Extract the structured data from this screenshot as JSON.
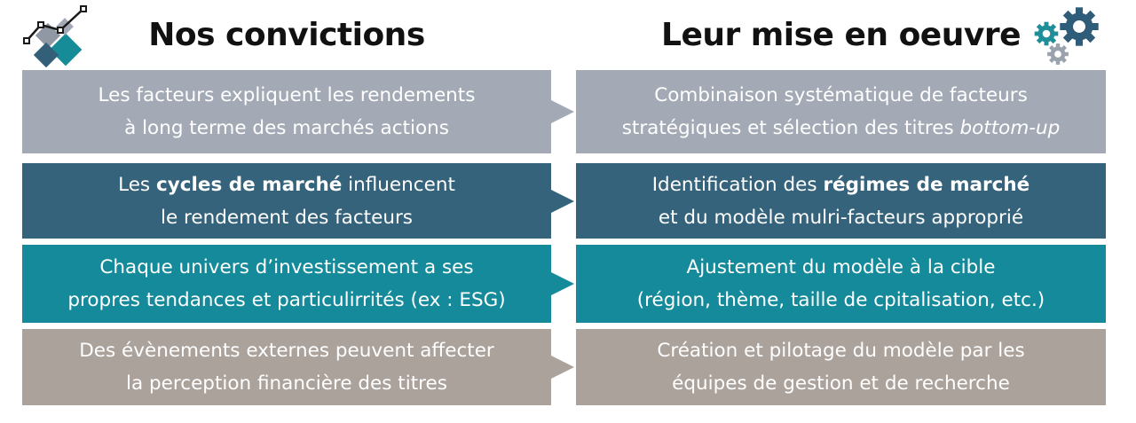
{
  "headers": {
    "left": "Nos convictions",
    "right": "Leur mise en oeuvre"
  },
  "icons": {
    "left": "chart-diamonds-icon",
    "right": "gears-icon"
  },
  "colors": {
    "row1": "#a3aab5",
    "row2": "#36637c",
    "row3": "#148a9a",
    "row4": "#aba29c",
    "gear_teal": "#1f8e98",
    "gear_dark": "#2f5c79",
    "gear_grey": "#9aa3ad"
  },
  "rows": [
    {
      "left": {
        "line1": "Les facteurs expliquent les rendements",
        "line2": "à long terme des marchés actions"
      },
      "right": {
        "line1": "Combinaison systématique de facteurs",
        "line2_pre": "stratégiques et sélection des titres ",
        "line2_em": "bottom-up"
      }
    },
    {
      "left": {
        "line1_pre": "Les ",
        "line1_bold": "cycles de marché",
        "line1_post": " influencent",
        "line2": "le rendement des facteurs"
      },
      "right": {
        "line1_pre": "Identification des ",
        "line1_bold": "régimes de marché",
        "line2": "et du modèle mulri-facteurs approprié"
      }
    },
    {
      "left": {
        "line1": "Chaque univers d’investissement a ses",
        "line2": "propres tendances et particulirrités (ex : ESG)"
      },
      "right": {
        "line1": "Ajustement du modèle à la cible",
        "line2": "(région, thème, taille de cpitalisation, etc.)"
      }
    },
    {
      "left": {
        "line1": "Des évènements externes peuvent affecter",
        "line2": "la perception financière des titres"
      },
      "right": {
        "line1": "Création et pilotage du modèle par les",
        "line2": "équipes de gestion et de recherche"
      }
    }
  ]
}
